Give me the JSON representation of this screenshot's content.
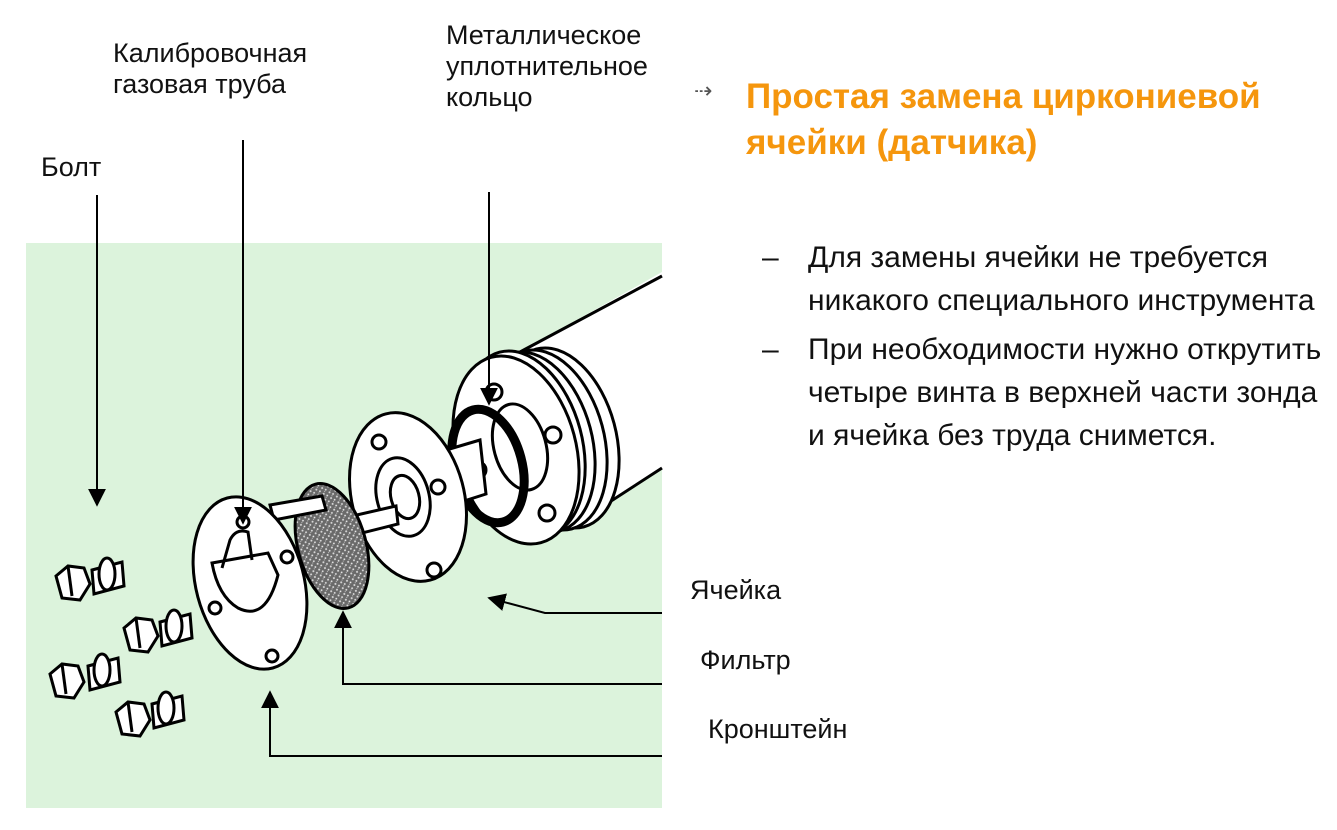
{
  "labels": {
    "bolt": "Болт",
    "cal_tube": "Калибровочная\nгазовая труба",
    "metal_ring": "Металлическое\nуплотнительное\nкольцо",
    "cell": "Ячейка",
    "filter": "Фильтр",
    "bracket": "Кронштейн"
  },
  "slide": {
    "title": "Простая замена циркониевой ячейки (датчика)",
    "bullets": [
      {
        "dash": "–",
        "text": "Для замены ячейки не требуется никакого специального инструмента"
      },
      {
        "dash": "–",
        "text": "При необходимости нужно открутить четыре винта в верхней части зонда и ячейка без труда снимется."
      }
    ]
  },
  "colors": {
    "panel_bg": "#dcf3dc",
    "title": "#f5960d"
  }
}
